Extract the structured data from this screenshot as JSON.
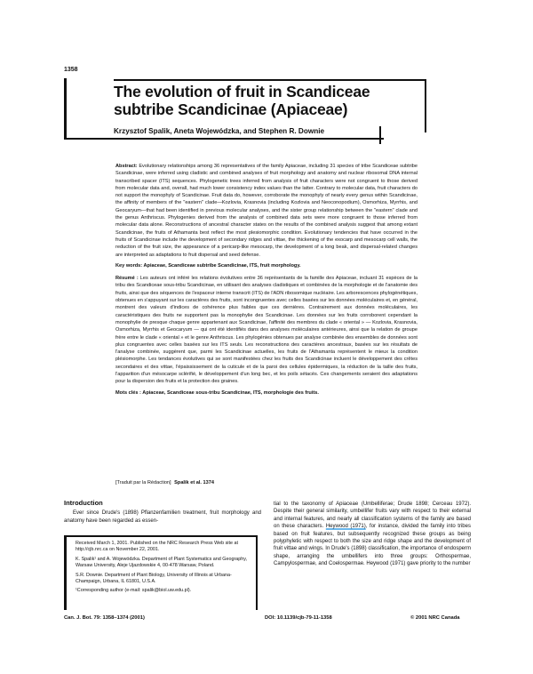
{
  "page_number": "1358",
  "title": "The evolution of fruit in Scandiceae subtribe Scandicinae (Apiaceae)",
  "authors": "Krzysztof Spalik, Aneta Wojewódzka, and Stephen R. Downie",
  "abstract": {
    "label": "Abstract:",
    "text": "Evolutionary relationships among 36 representatives of the family Apiaceae, including 31 species of tribe Scandiceae subtribe Scandicinae, were inferred using cladistic and combined analyses of fruit morphology and anatomy and nuclear ribosomal DNA internal transcribed spacer (ITS) sequences. Phylogenetic trees inferred from analysis of fruit characters were not congruent to those derived from molecular data and, overall, had much lower consistency index values than the latter. Contrary to molecular data, fruit characters do not support the monophyly of Scandicinae. Fruit data do, however, corroborate the monophyly of nearly every genus within Scandicinae, the affinity of members of the \"eastern\" clade—Kozlovia, Krasnovia (including Kozlovia and Neoconopodium), Osmorhiza, Myrrhis, and Geocaryum—that had been identified in previous molecular analyses, and the sister group relationship between the \"eastern\" clade and the genus Anthriscus. Phylogenies derived from the analysis of combined data sets were more congruent to those inferred from molecular data alone. Reconstructions of ancestral character states on the results of the combined analysis suggest that among extant Scandicinae, the fruits of Athamanta best reflect the most plesiomorphic condition. Evolutionary tendencies that have occurred in the fruits of Scandicinae include the development of secondary ridges and vittae, the thickening of the exocarp and mesocarp cell walls, the reduction of the fruit size, the appearance of a pericarp-like mesocarp, the development of a long beak, and dispersal-related changes are interpreted as adaptations to fruit dispersal and seed defense.",
    "keywords_label": "Key words:",
    "keywords": "Apiaceae, Scandiceae subtribe Scandicinae, ITS, fruit morphology."
  },
  "resume": {
    "label": "Résumé :",
    "text": "Les auteurs ont inféré les relations évolutives entre 36 représentants de la famille des Apiaceae, incluant 31 espèces de la tribu des Scandiceae sous-tribu Scandicinae, en utilisant des analyses cladistiques et combinées de la morphologie et de l'anatomie des fruits, ainsi que des séquences de l'espaceur interne transcrit (ITS) de l'ADN ribosomique nucléaire. Les arborescences phylogénétiques, obtenues en s'appuyant sur les caractères des fruits, sont incongruentes avec celles basées sur les données moléculaires et, en général, montrent des valeurs d'indices de cohérence plus faibles que ces dernières. Contrairement aux données moléculaires, les caractéristiques des fruits ne supportent pas la monophylie des Scandicinae. Les données sur les fruits corroborent cependant la monophylie de presque chaque genre appartenant aux Scandicinae, l'affinité des membres du clade « oriental » — Kozlovia, Krasnovia, Osmorhiza, Myrrhis et Geocaryum — qui ont été identifiés dans des analyses moléculaires antérieures, ainsi que la relation de groupe frère entre le clade « oriental » et le genre Anthriscus. Les phylogénies obtenues par analyse combinée des ensembles de données sont plus congruentes avec celles basées sur les ITS seuls. Les reconstructions des caractères ancestraux, basées sur les résultats de l'analyse combinée, suggèrent que, parmi les Scandicinae actuelles, les fruits de l'Athamanta représentent le mieux la condition plésiomorphe. Les tendances évolutives qui se sont manifestées chez les fruits des Scandicinae incluent le développement des crêtes secondaires et des vittae, l'épaississement de la cuticule et de la paroi des cellules épidermiques, la réduction de la taille des fruits, l'apparition d'un mésocarpe sclérifié, le développement d'un long bec, et les poils sétacés. Ces changements seraient des adaptations pour la dispersion des fruits et la protection des graines.",
    "keywords_label": "Mots clés :",
    "keywords": "Apiaceae, Scandiceae sous-tribu Scandicinae, ITS, morphologie des fruits."
  },
  "translation_note": {
    "label": "[Traduit par la Rédaction]",
    "citation": "Spalik et al.   1374"
  },
  "introduction": {
    "heading": "Introduction",
    "left_text": "Ever since Drude's (1898) Pflanzenfamilien treatment, fruit morphology and anatomy have been regarded as essen-",
    "right_text_before": "tial to the taxonomy of Apiaceae (Umbelliferae; Drude 1898; Cerceau 1972). Despite their general similarity, umbellifer fruits vary with respect to their external and internal features, and nearly all classification systems of the family are based on these characters.",
    "right_highlight": "Heywood (1971)",
    "right_text_after": ", for instance, divided the family into tribes based on fruit features, but subsequently recognized these groups as being polyphyletic with respect to both the size and ridge shape and the development of fruit vittae and wings. In Drude's (1898) classification, the importance of endosperm shape, arranging the umbellifers into three groups: Orthospermae, Campylospermae, and Coelospermae. Heywood (1971) gave priority to the number"
  },
  "notes": {
    "received": "Received March 1, 2001. Published on the NRC Research Press Web site at http://cjb.nrc.ca on November 22, 2001.",
    "affil1": "K. Spalik¹ and A. Wojewódzka. Department of Plant Systematics and Geography, Warsaw University, Aleje Ujazdowskie 4, 00-478 Warsaw, Poland.",
    "affil2": "S.R. Downie. Department of Plant Biology, University of Illinois at Urbana-Champaign, Urbana, IL 61801, U.S.A.",
    "corresponding": "¹Corresponding author (e-mail: spalik@biol.uw.edu.pl)."
  },
  "footer": {
    "journal": "Can. J. Bot. 79: 1358–1374 (2001)",
    "doi": "DOI: 10.1139/cjb-79-11-1358",
    "copyright": "© 2001 NRC Canada"
  },
  "colors": {
    "text": "#111111",
    "background": "#ffffff",
    "link_highlight": "#6ab7ec"
  }
}
